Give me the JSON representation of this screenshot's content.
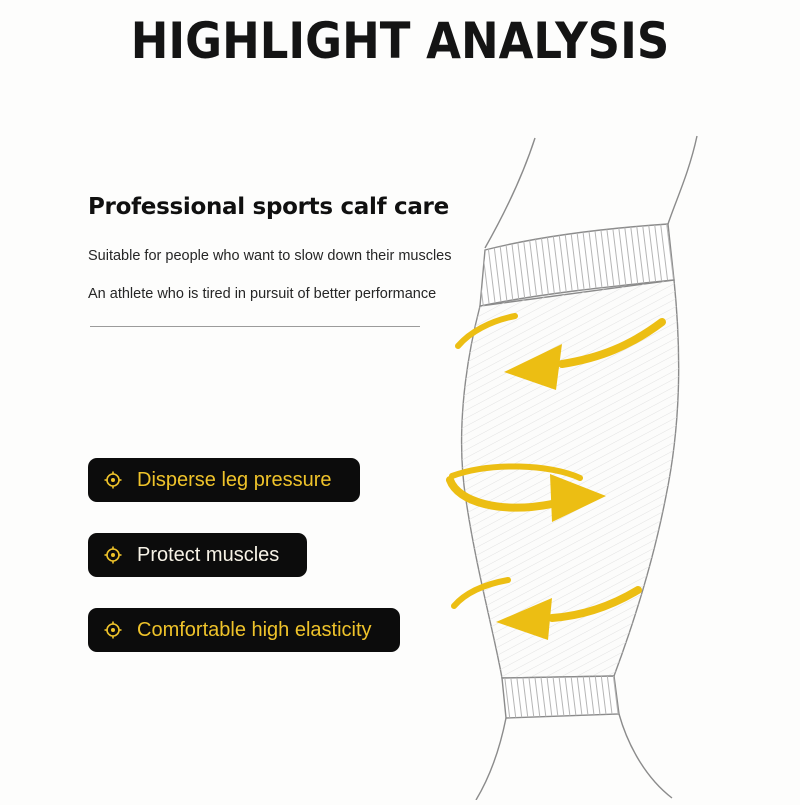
{
  "header": {
    "title": "HIGHLIGHT ANALYSIS"
  },
  "intro": {
    "heading": "Professional sports calf care",
    "line1": "Suitable for people who want to slow down their muscles",
    "line2": "An athlete who is tired in pursuit of better performance"
  },
  "features": {
    "badge_background": "#0c0c0c",
    "icon_color": "#efc32a",
    "items": [
      {
        "label": "Disperse leg pressure",
        "color": "#efc32a",
        "icon": "target-icon"
      },
      {
        "label": "Protect muscles",
        "color": "#f6f2e6",
        "icon": "target-icon"
      },
      {
        "label": "Comfortable high elasticity",
        "color": "#efc32a",
        "icon": "target-icon"
      }
    ]
  },
  "illustration": {
    "name": "calf-compression-sleeve",
    "arrow_color": "#ecbe13",
    "outline_color": "#8b8b8b",
    "arrow_count": 3
  }
}
